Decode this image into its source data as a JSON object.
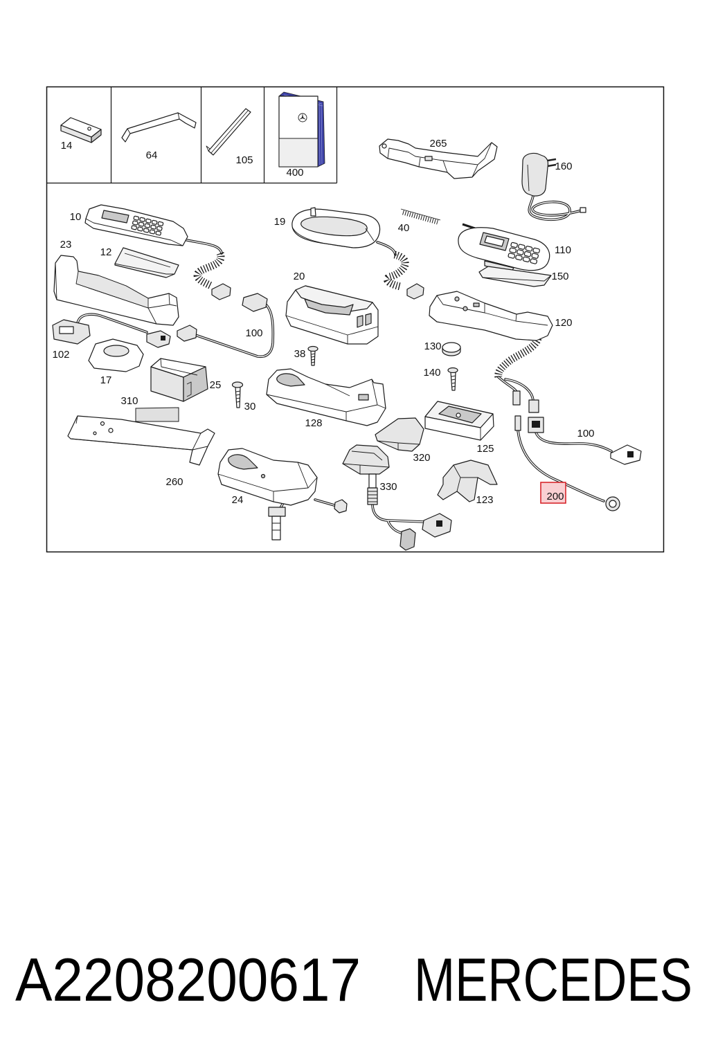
{
  "callouts": {
    "p14": "14",
    "p64": "64",
    "p105": "105",
    "p400": "400",
    "p265": "265",
    "p160": "160",
    "p10": "10",
    "p19": "19",
    "p40": "40",
    "p110": "110",
    "p23": "23",
    "p12": "12",
    "p150": "150",
    "p20": "20",
    "p100_top": "100",
    "p120": "120",
    "p102": "102",
    "p17": "17",
    "p130": "130",
    "p38": "38",
    "p140": "140",
    "p25": "25",
    "p310": "310",
    "p30": "30",
    "p128": "128",
    "p100_right": "100",
    "p125": "125",
    "p320": "320",
    "p260": "260",
    "p330": "330",
    "p24": "24",
    "p123": "123",
    "p200": "200"
  },
  "highlight": {
    "stroke": "#d7262c",
    "fill": "#f9cfd2"
  },
  "colors": {
    "booklet_edge": "#3c41a6"
  },
  "footer": {
    "part_number": "A2208200617",
    "brand": "MERCEDES"
  }
}
